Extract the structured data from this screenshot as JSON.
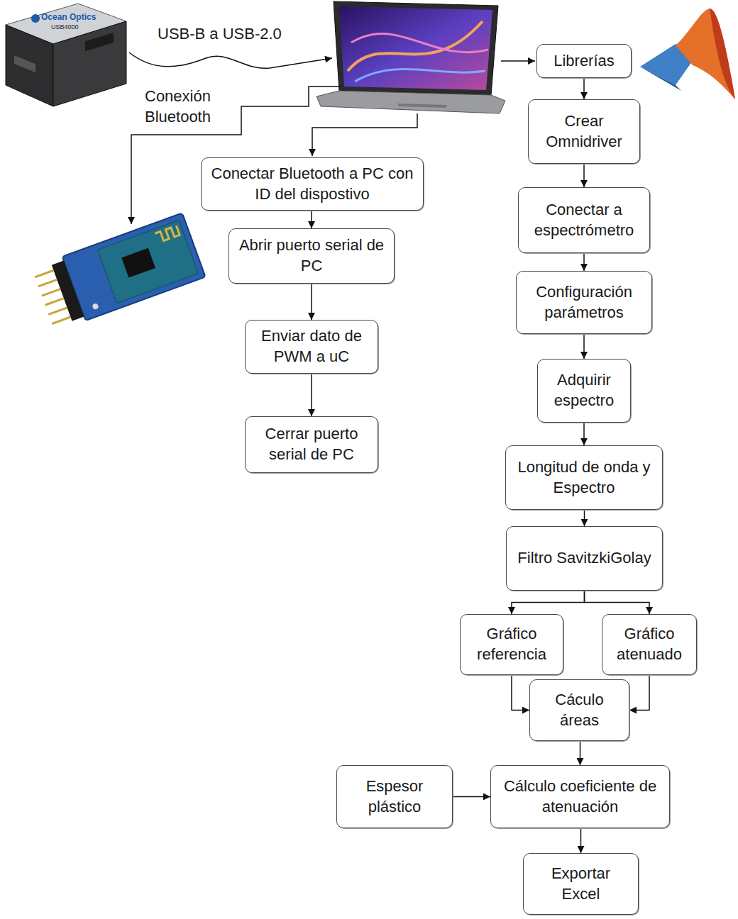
{
  "diagram": {
    "nodes": [
      {
        "text": [
          "Conectar Bluetooth a PC con ID del dispostivo"
        ]
      },
      {
        "text": [
          "Abrir puerto serial de PC"
        ]
      },
      {
        "text": [
          "Enviar dato de PWM a uC"
        ]
      },
      {
        "text": [
          "Cerrar puerto serial de PC"
        ]
      },
      {
        "text": [
          "Librerías"
        ]
      },
      {
        "text": [
          "Crear Omnidriver"
        ]
      },
      {
        "text": [
          "Conectar a espectrómetro"
        ]
      },
      {
        "text": [
          "Configuración parámetros"
        ]
      },
      {
        "text": [
          "Adquirir espectro"
        ]
      },
      {
        "text": [
          "Longitud de onda y Espectro"
        ]
      },
      {
        "text": [
          "Filtro SavitzkiGolay"
        ]
      },
      {
        "text": [
          "Gráfico referencia"
        ]
      },
      {
        "text": [
          "Gráfico atenuado"
        ]
      },
      {
        "text": [
          "Cáculo áreas"
        ]
      },
      {
        "text": [
          "Espesor plástico"
        ]
      },
      {
        "text": [
          "Cálculo coeficiente de atenuación"
        ]
      },
      {
        "text": [
          "Exportar Excel"
        ]
      }
    ],
    "edges": [
      {
        "from": 0,
        "to": 1,
        "arrow": "to"
      },
      {
        "from": 1,
        "to": 2,
        "arrow": "to"
      },
      {
        "from": 2,
        "to": 3,
        "arrow": "to"
      },
      {
        "from": 4,
        "to": 5,
        "arrow": "to"
      },
      {
        "from": 5,
        "to": 6,
        "arrow": "to"
      },
      {
        "from": 6,
        "to": 7,
        "arrow": "to"
      },
      {
        "from": 7,
        "to": 8,
        "arrow": "to"
      },
      {
        "from": 8,
        "to": 9,
        "arrow": "to"
      },
      {
        "from": 9,
        "to": 10,
        "arrow": "to"
      },
      {
        "from": 10,
        "to": 11,
        "arrow": "to"
      },
      {
        "from": 10,
        "to": 12,
        "arrow": "to"
      },
      {
        "from": 11,
        "to": 13,
        "arrow": "to"
      },
      {
        "from": 12,
        "to": 13,
        "arrow": "to"
      },
      {
        "from": 13,
        "to": 15,
        "arrow": "to"
      },
      {
        "from": 14,
        "to": 15,
        "arrow": "to"
      },
      {
        "from": 15,
        "to": 16,
        "arrow": "to"
      }
    ],
    "labels": [
      "USB-B a USB-2.0",
      "Conexión Bluetooth",
      "Ocean Optics",
      "USB4000"
    ]
  }
}
